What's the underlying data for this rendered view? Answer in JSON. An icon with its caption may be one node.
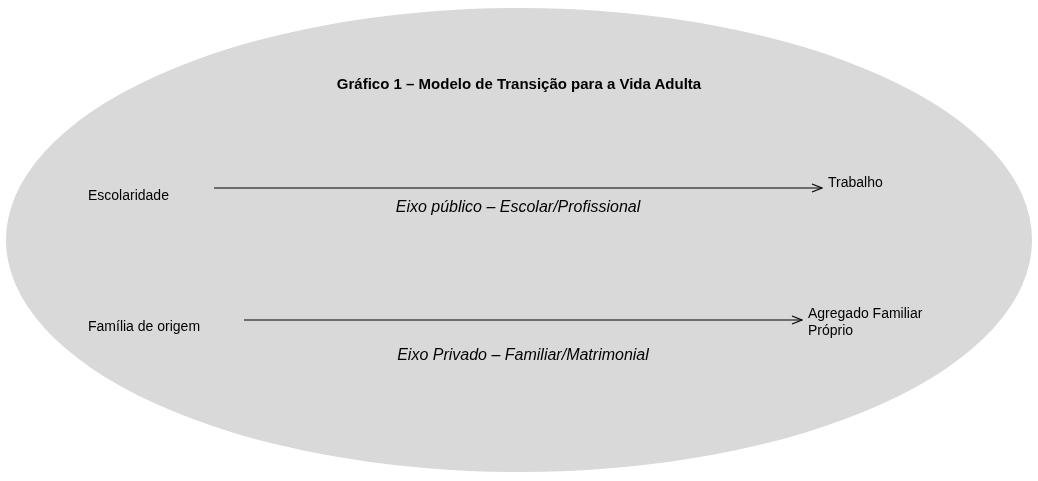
{
  "diagram": {
    "nodes": [
      {
        "text": [
          "Gráfico 1 – Modelo de Transição para a Vida Adulta"
        ]
      },
      {
        "text": [
          "Escolaridade"
        ],
        "in": 0
      },
      {
        "text": [
          "Trabalho"
        ],
        "in": 0
      },
      {
        "text": [
          "Família de origem"
        ],
        "in": 0
      },
      {
        "text": [
          "Agregado Familiar Próprio"
        ],
        "in": 0
      }
    ],
    "edges": [
      {
        "from": 1,
        "to": 2,
        "arrow": "to",
        "label": "Eixo público – Escolar/Profissional"
      },
      {
        "from": 3,
        "to": 4,
        "arrow": "to",
        "label": "Eixo Privado – Familiar/Matrimonial"
      }
    ]
  }
}
